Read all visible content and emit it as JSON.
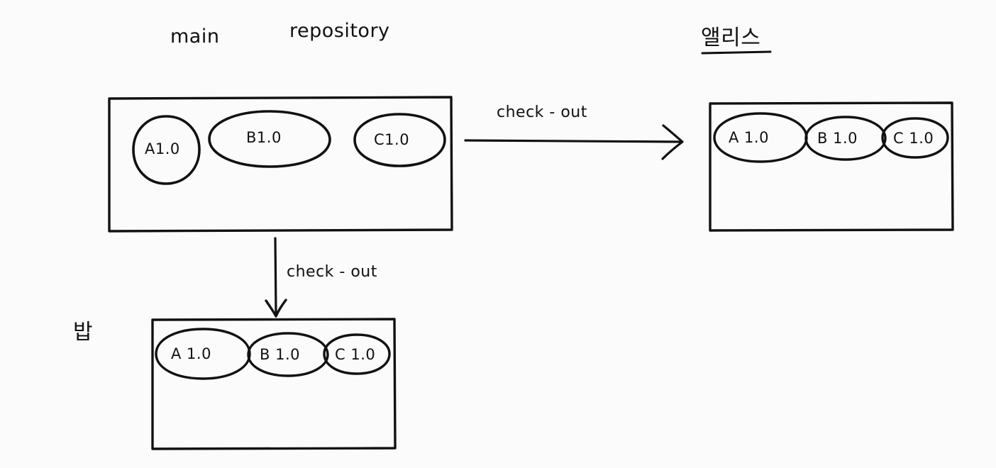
{
  "diagram": {
    "type": "version-control-checkout-diagram",
    "background_color": "#fbfbfb",
    "ink_color": "#111111",
    "style": "hand-drawn whiteboard sketch",
    "titles": {
      "main_repository": "main   repository",
      "main_word": "main",
      "repository_word": "repository",
      "alice": "앨리스",
      "bob": "밥"
    },
    "boxes": [
      {
        "id": "main-repository-box",
        "label": "main repository",
        "nodes": [
          "A1.0",
          "B1.0",
          "C1.0"
        ]
      },
      {
        "id": "alice-workspace-box",
        "label": "앨리스",
        "nodes": [
          "A 1.0",
          "B 1.0",
          "C 1.0"
        ]
      },
      {
        "id": "bob-workspace-box",
        "label": "밥",
        "nodes": [
          "A 1.0",
          "B 1.0",
          "C 1.0"
        ]
      }
    ],
    "nodes": {
      "main": {
        "a": "A1.0",
        "b": "B1.0",
        "c": "C1.0"
      },
      "alice": {
        "a": "A 1.0",
        "b": "B 1.0",
        "c": "C 1.0"
      },
      "bob": {
        "a": "A 1.0",
        "b": "B 1.0",
        "c": "C 1.0"
      }
    },
    "arrows": [
      {
        "id": "arrow-to-alice",
        "label": "check - out",
        "direction": "right",
        "from": "main-repository-box",
        "to": "alice-workspace-box"
      },
      {
        "id": "arrow-to-bob",
        "label": "check - out",
        "direction": "down",
        "from": "main-repository-box",
        "to": "bob-workspace-box"
      }
    ]
  }
}
